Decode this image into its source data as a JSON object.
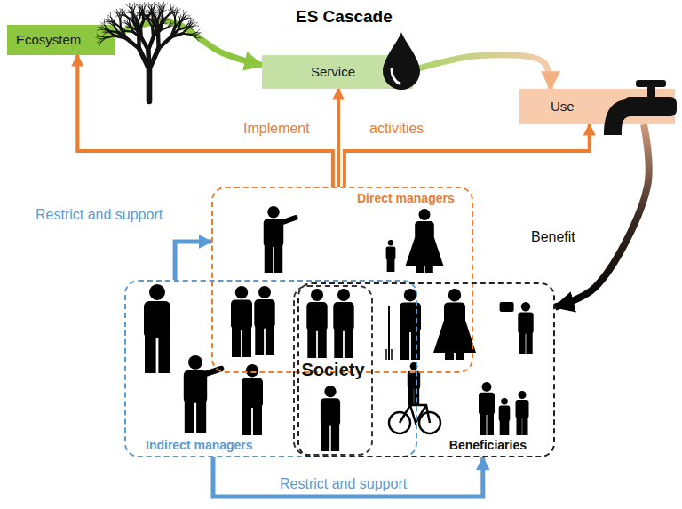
{
  "diagram": {
    "title": "ES Cascade",
    "nodes": [
      {
        "text": [
          "Ecosystem"
        ]
      },
      {
        "text": [
          "Service"
        ]
      },
      {
        "text": [
          "Use"
        ]
      },
      {
        "text": [
          "Direct managers"
        ]
      },
      {
        "text": [
          "Indirect managers"
        ]
      },
      {
        "text": [
          "Beneficiaries"
        ]
      },
      {
        "text": [
          "Society"
        ],
        "in": 4
      }
    ],
    "edges": [
      {
        "from": 0,
        "to": 1,
        "arrow": "to"
      },
      {
        "from": 1,
        "to": 2,
        "arrow": "to"
      },
      {
        "from": 3,
        "to": 0,
        "label": "Implement",
        "arrow": "to"
      },
      {
        "from": 3,
        "to": 1,
        "arrow": "to"
      },
      {
        "from": 3,
        "to": 2,
        "label": "activities",
        "arrow": "to"
      },
      {
        "from": 2,
        "to": 5,
        "label": "Benefit",
        "arrow": "to"
      },
      {
        "from": 4,
        "to": 3,
        "label": "Restrict and support",
        "arrow": "to"
      },
      {
        "from": 4,
        "to": 5,
        "label": "Restrict and support",
        "arrow": "to"
      }
    ]
  }
}
